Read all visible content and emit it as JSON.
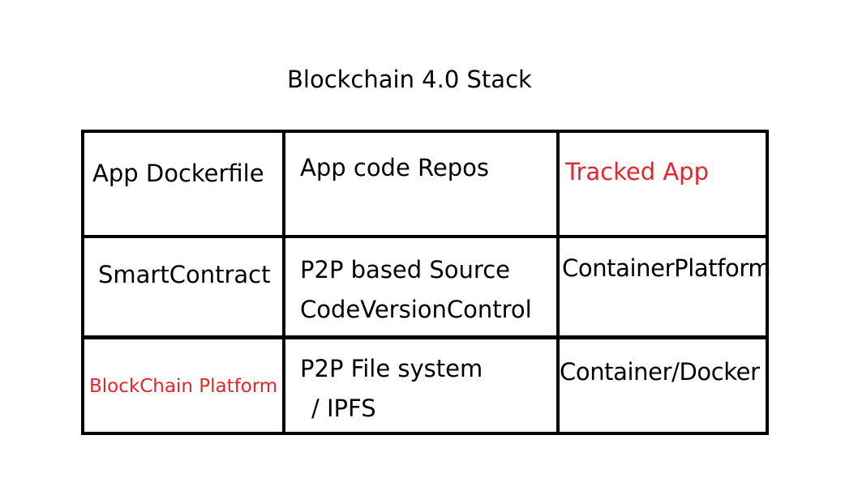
{
  "title": "Blockchain 4.0 Stack",
  "colors": {
    "text": "#000000",
    "highlight": "#e3262b",
    "border": "#000000"
  },
  "table": {
    "rows": [
      {
        "cells": [
          {
            "text": "App Dockerfile",
            "color": "#000000"
          },
          {
            "text": "App code Repos",
            "color": "#000000"
          },
          {
            "text": "Tracked App",
            "color": "#e3262b"
          }
        ]
      },
      {
        "cells": [
          {
            "text": "SmartContract",
            "color": "#000000"
          },
          {
            "line1": "P2P based  Source",
            "line2": "CodeVersionControl",
            "color": "#000000"
          },
          {
            "text": "ContainerPlatform",
            "color": "#000000"
          }
        ]
      },
      {
        "cells": [
          {
            "text": "BlockChain Platform",
            "color": "#e3262b"
          },
          {
            "line1": "P2P File system",
            "line2": "/ IPFS",
            "color": "#000000"
          },
          {
            "text": "Container/Docker",
            "color": "#000000"
          }
        ]
      }
    ]
  }
}
